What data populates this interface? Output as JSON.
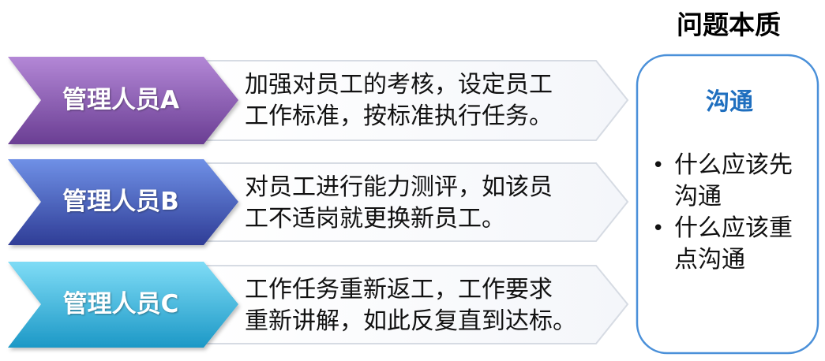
{
  "title": "问题本质",
  "rows": [
    {
      "label": "管理人员A",
      "lines": [
        "加强对员工的考核，设定员工",
        "工作标准，按标准执行任务。"
      ],
      "color_light": "#a06cc4",
      "color_dark": "#6a3e93"
    },
    {
      "label": "管理人员B",
      "lines": [
        "对员工进行能力测评，如该员",
        "工不适岗就更换新员工。"
      ],
      "color_light": "#5c7fd8",
      "color_dark": "#30409a"
    },
    {
      "label": "管理人员C",
      "lines": [
        "工作任务重新返工，工作要求",
        "重新讲解，如此反复直到达标。"
      ],
      "color_light": "#4cc6ee",
      "color_dark": "#1e9ac8"
    }
  ],
  "summary": {
    "heading": "沟通",
    "bullets": [
      {
        "lines": [
          "什么应该先",
          "沟通"
        ]
      },
      {
        "lines": [
          "什么应该重",
          "点沟通"
        ]
      }
    ],
    "border_color": "#4a90d9"
  }
}
